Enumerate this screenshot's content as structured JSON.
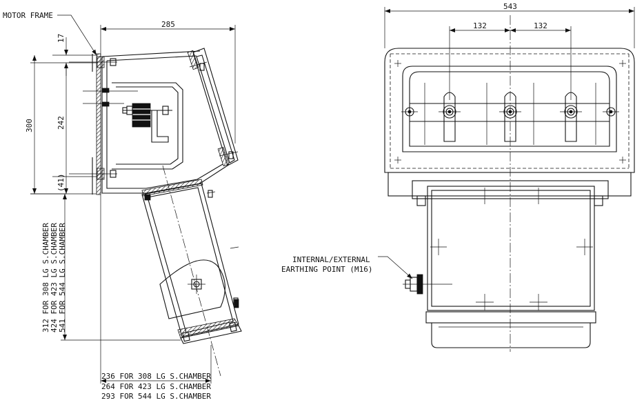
{
  "side_view": {
    "callout_motor_frame": "MOTOR FRAME",
    "dim_top_width": "285",
    "dim_17": "17",
    "dim_242": "242",
    "dim_300": "300",
    "dim_41": "(41)",
    "vertical_notes": [
      "312 FOR 308 LG S.CHAMBER",
      "424 FOR 423 LG S.CHAMBER",
      "541 FOR 544 LG S.CHAMBER"
    ],
    "bottom_notes": [
      "236 FOR 308 LG S.CHAMBER",
      "264 FOR 423 LG S.CHAMBER",
      "293 FOR 544 LG S.CHAMBER"
    ]
  },
  "front_view": {
    "dim_overall_width": "543",
    "dim_left_pitch": "132",
    "dim_right_pitch": "132",
    "callout_earthing_line1": "INTERNAL/EXTERNAL",
    "callout_earthing_line2": "EARTHING POINT (M16)"
  }
}
